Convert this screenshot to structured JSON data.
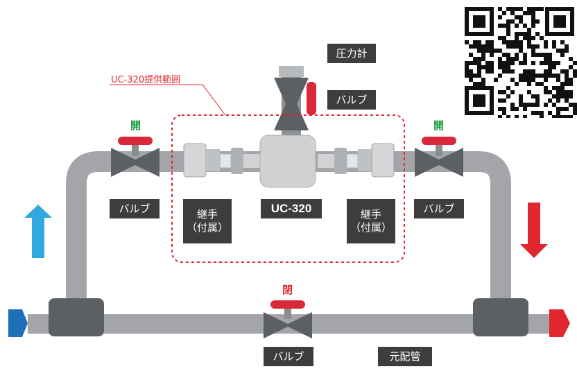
{
  "scope": {
    "label": "UC-320提供範囲"
  },
  "device": {
    "label": "UC-320"
  },
  "gauge": {
    "label": "圧力計"
  },
  "top_valve": {
    "label": "バルブ"
  },
  "left_valve": {
    "state": "開",
    "label": "バルブ"
  },
  "right_valve": {
    "state": "開",
    "label": "バルブ"
  },
  "bottom_valve": {
    "state": "閉",
    "label": "バルブ"
  },
  "fitting_left": {
    "line1": "継手",
    "line2": "（付属）"
  },
  "fitting_right": {
    "line1": "継手",
    "line2": "（付属）"
  },
  "main_pipe": {
    "label": "元配管"
  },
  "colors": {
    "open": "#1a9a3c",
    "closed": "#e0262e",
    "flow_in": "#1e6fb8",
    "flow_up": "#33a9e0",
    "flow_down": "#e0262e",
    "pipe": "#a3a5a8",
    "valve_body": "#6b6e72",
    "handle": "#d8283a",
    "label_bg": "#3d3d3d"
  },
  "icons": {
    "qr": "qr-code-icon",
    "up": "arrow-up-icon",
    "down": "arrow-down-icon",
    "in": "arrow-in-icon",
    "out": "arrow-out-icon"
  }
}
